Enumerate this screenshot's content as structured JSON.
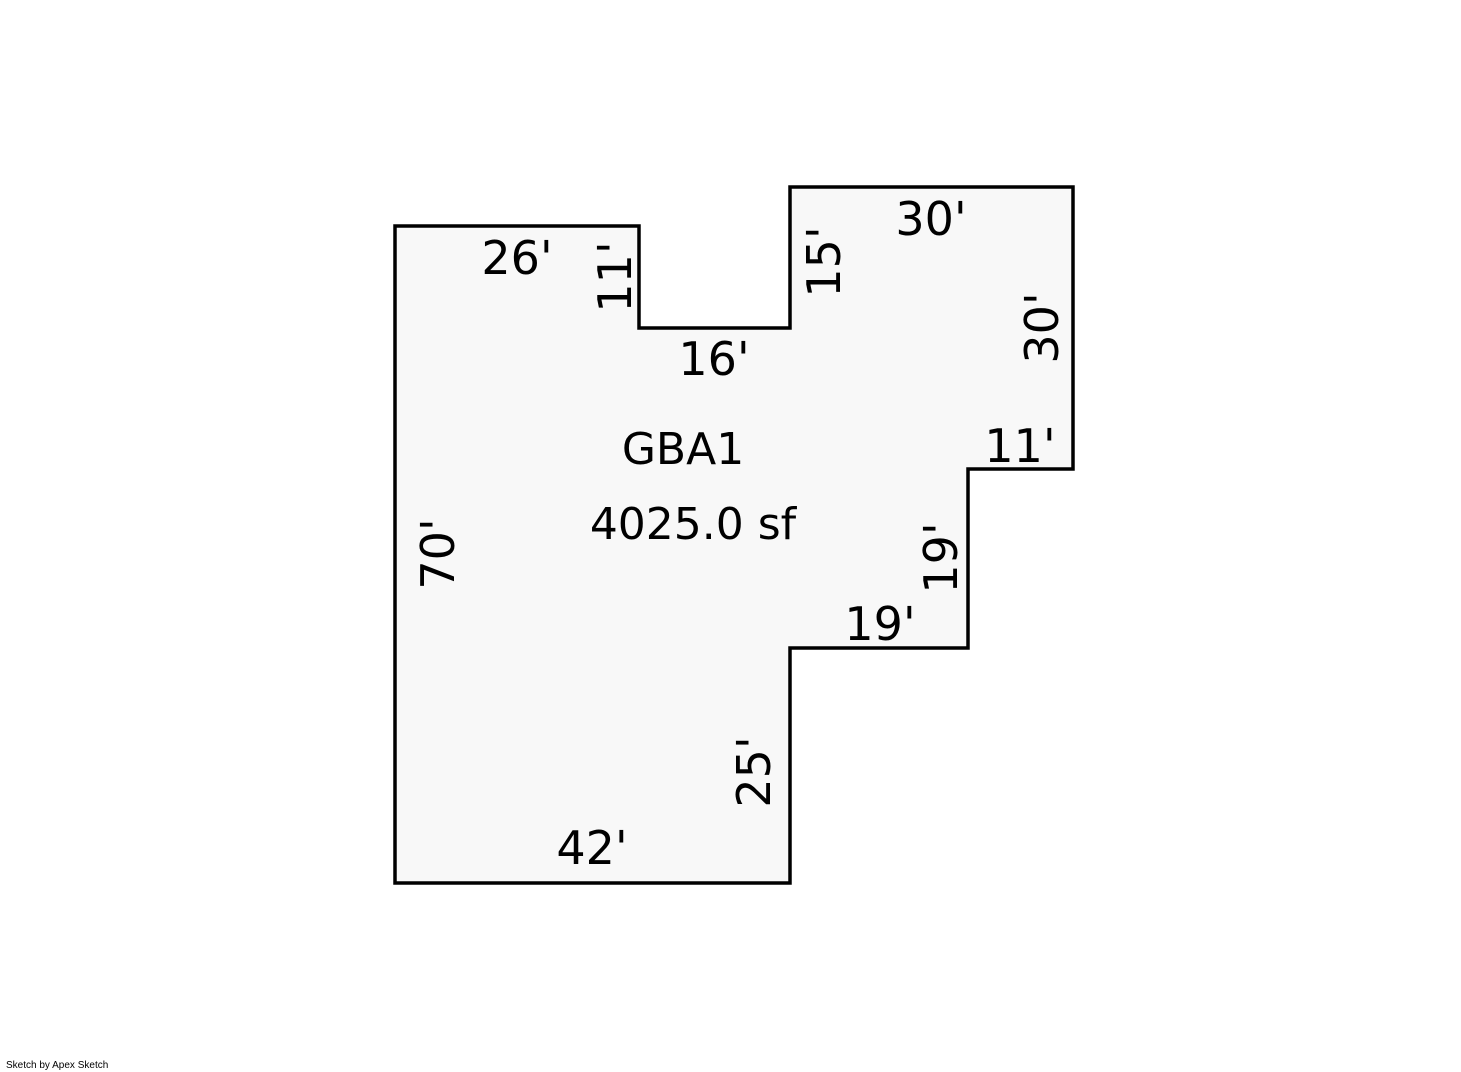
{
  "area": {
    "name": "GBA1",
    "size": "4025.0 sf"
  },
  "dimensions": {
    "top_left": "26'",
    "notch_left": "11'",
    "notch_bottom": "16'",
    "notch_right": "15'",
    "top_right": "30'",
    "right_upper": "30'",
    "step_top": "11'",
    "step_mid_vertical": "19'",
    "step_mid_horizontal": "19'",
    "lower_right": "25'",
    "bottom": "42'",
    "left": "70'"
  },
  "credit": "Sketch by Apex Sketch",
  "colors": {
    "fill": "#f8f8f8",
    "stroke": "#000000"
  }
}
